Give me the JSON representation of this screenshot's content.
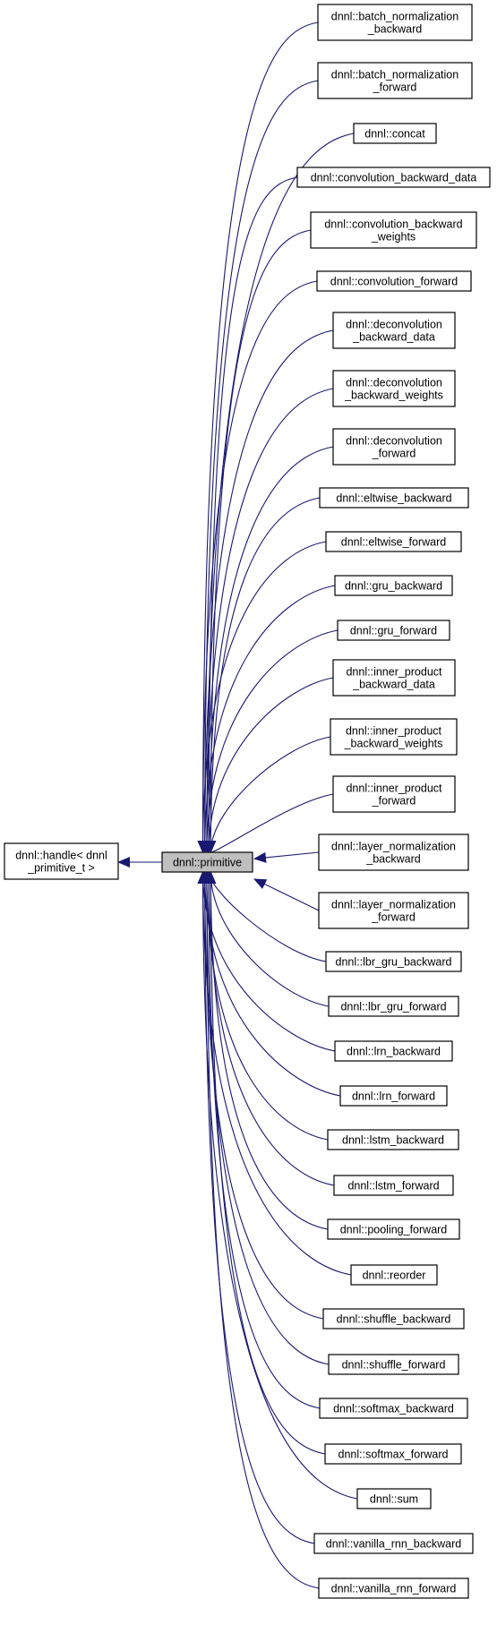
{
  "colors": {
    "edge": "#191970",
    "highlight_fill": "#bfbfbf",
    "box_stroke": "#000000"
  },
  "base": {
    "name": "dnnl::handle< dnnl _primitive_t >",
    "lines": [
      "dnnl::handle< dnnl",
      "_primitive_t >"
    ]
  },
  "center": {
    "name": "dnnl::primitive",
    "lines": [
      "dnnl::primitive"
    ]
  },
  "children": [
    {
      "id": "batch_normalization_backward",
      "lines": [
        "dnnl::batch_normalization",
        "_backward"
      ]
    },
    {
      "id": "batch_normalization_forward",
      "lines": [
        "dnnl::batch_normalization",
        "_forward"
      ]
    },
    {
      "id": "concat",
      "lines": [
        "dnnl::concat"
      ]
    },
    {
      "id": "convolution_backward_data",
      "lines": [
        "dnnl::convolution_backward_data"
      ]
    },
    {
      "id": "convolution_backward_weights",
      "lines": [
        "dnnl::convolution_backward",
        "_weights"
      ]
    },
    {
      "id": "convolution_forward",
      "lines": [
        "dnnl::convolution_forward"
      ]
    },
    {
      "id": "deconvolution_backward_data",
      "lines": [
        "dnnl::deconvolution",
        "_backward_data"
      ]
    },
    {
      "id": "deconvolution_backward_weights",
      "lines": [
        "dnnl::deconvolution",
        "_backward_weights"
      ]
    },
    {
      "id": "deconvolution_forward",
      "lines": [
        "dnnl::deconvolution",
        "_forward"
      ]
    },
    {
      "id": "eltwise_backward",
      "lines": [
        "dnnl::eltwise_backward"
      ]
    },
    {
      "id": "eltwise_forward",
      "lines": [
        "dnnl::eltwise_forward"
      ]
    },
    {
      "id": "gru_backward",
      "lines": [
        "dnnl::gru_backward"
      ]
    },
    {
      "id": "gru_forward",
      "lines": [
        "dnnl::gru_forward"
      ]
    },
    {
      "id": "inner_product_backward_data",
      "lines": [
        "dnnl::inner_product",
        "_backward_data"
      ]
    },
    {
      "id": "inner_product_backward_weights",
      "lines": [
        "dnnl::inner_product",
        "_backward_weights"
      ]
    },
    {
      "id": "inner_product_forward",
      "lines": [
        "dnnl::inner_product",
        "_forward"
      ]
    },
    {
      "id": "layer_normalization_backward",
      "lines": [
        "dnnl::layer_normalization",
        "_backward"
      ]
    },
    {
      "id": "layer_normalization_forward",
      "lines": [
        "dnnl::layer_normalization",
        "_forward"
      ]
    },
    {
      "id": "lbr_gru_backward",
      "lines": [
        "dnnl::lbr_gru_backward"
      ]
    },
    {
      "id": "lbr_gru_forward",
      "lines": [
        "dnnl::lbr_gru_forward"
      ]
    },
    {
      "id": "lrn_backward",
      "lines": [
        "dnnl::lrn_backward"
      ]
    },
    {
      "id": "lrn_forward",
      "lines": [
        "dnnl::lrn_forward"
      ]
    },
    {
      "id": "lstm_backward",
      "lines": [
        "dnnl::lstm_backward"
      ]
    },
    {
      "id": "lstm_forward",
      "lines": [
        "dnnl::lstm_forward"
      ]
    },
    {
      "id": "pooling_forward",
      "lines": [
        "dnnl::pooling_forward"
      ]
    },
    {
      "id": "reorder",
      "lines": [
        "dnnl::reorder"
      ]
    },
    {
      "id": "shuffle_backward",
      "lines": [
        "dnnl::shuffle_backward"
      ]
    },
    {
      "id": "shuffle_forward",
      "lines": [
        "dnnl::shuffle_forward"
      ]
    },
    {
      "id": "softmax_backward",
      "lines": [
        "dnnl::softmax_backward"
      ]
    },
    {
      "id": "softmax_forward",
      "lines": [
        "dnnl::softmax_forward"
      ]
    },
    {
      "id": "sum",
      "lines": [
        "dnnl::sum"
      ]
    },
    {
      "id": "vanilla_rnn_backward",
      "lines": [
        "dnnl::vanilla_rnn_backward"
      ]
    },
    {
      "id": "vanilla_rnn_forward",
      "lines": [
        "dnnl::vanilla_rnn_forward"
      ]
    }
  ]
}
